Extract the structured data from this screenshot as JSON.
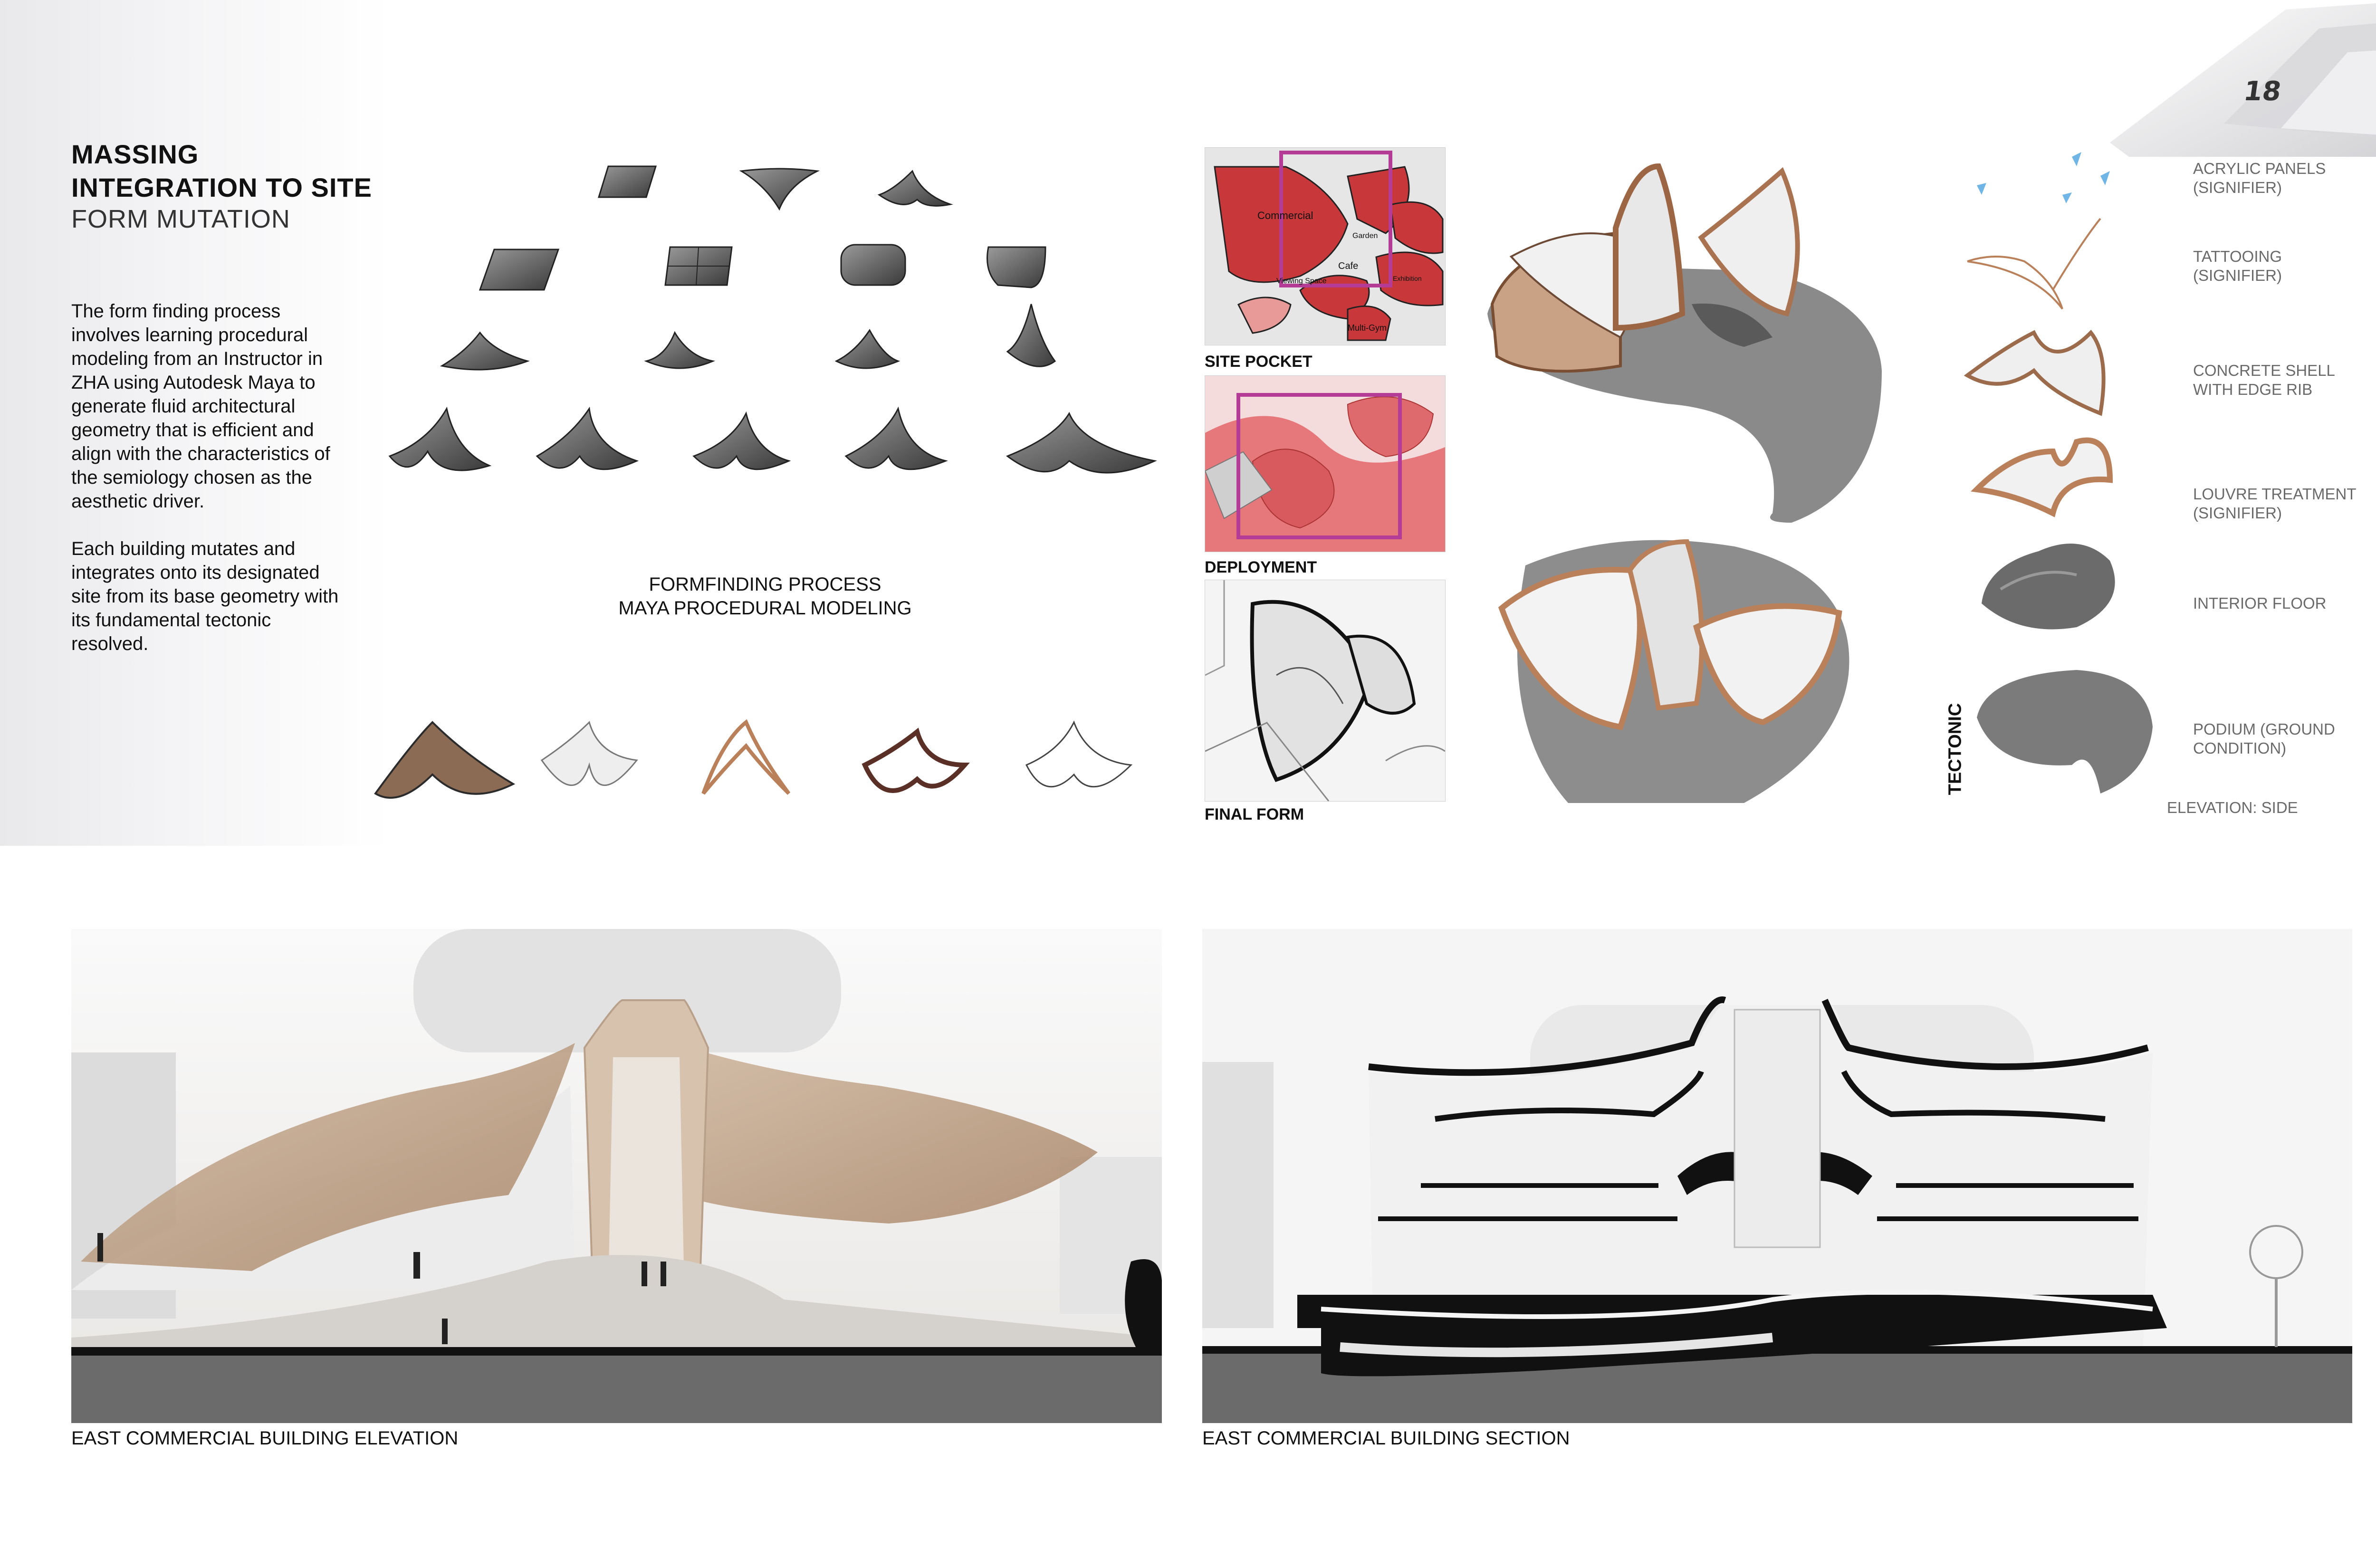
{
  "page_number": "18",
  "header": {
    "title_line1": "MASSING",
    "title_line2": "INTEGRATION TO SITE",
    "subtitle": "FORM MUTATION"
  },
  "body": {
    "paragraph1": "The form finding process involves learning procedural modeling from an Instructor in ZHA using Autodesk Maya to generate fluid architectural geometry that is efficient and align with the characteristics of the semiology chosen as the aesthetic driver.",
    "paragraph2": "Each building mutates and integrates onto its designated site from its base geometry with its fundamental tectonic resolved."
  },
  "formfinding": {
    "caption_line1": "FORMFINDING PROCESS",
    "caption_line2": "MAYA PROCEDURAL MODELING"
  },
  "site_panels": {
    "site_pocket": "SITE POCKET",
    "deployment": "DEPLOYMENT",
    "final_form": "FINAL FORM",
    "zones": [
      "Commercial",
      "Garden",
      "Cafe",
      "Exhibition",
      "Multi-Gym",
      "Viewing Space"
    ]
  },
  "tectonic": {
    "title": "TECTONIC",
    "layers": [
      {
        "line1": "ACRYLIC PANELS",
        "line2": "(SIGNIFIER)"
      },
      {
        "line1": "TATTOOING",
        "line2": "(SIGNIFIER)"
      },
      {
        "line1": "CONCRETE SHELL",
        "line2": "WITH EDGE RIB"
      },
      {
        "line1": "LOUVRE TREATMENT",
        "line2": "(SIGNIFIER)"
      },
      {
        "line1": "INTERIOR FLOOR",
        "line2": ""
      },
      {
        "line1": "PODIUM (GROUND",
        "line2": "CONDITION)"
      }
    ],
    "elevation_note": "ELEVATION: SIDE"
  },
  "captions": {
    "elevation": "EAST COMMERCIAL BUILDING ELEVATION",
    "section": "EAST COMMERCIAL BUILDING SECTION"
  },
  "colors": {
    "accent_copper": "#b9805a",
    "site_red": "#c8383a",
    "magenta_frame": "#b43c96",
    "ground_grey": "#6b6b6b"
  }
}
